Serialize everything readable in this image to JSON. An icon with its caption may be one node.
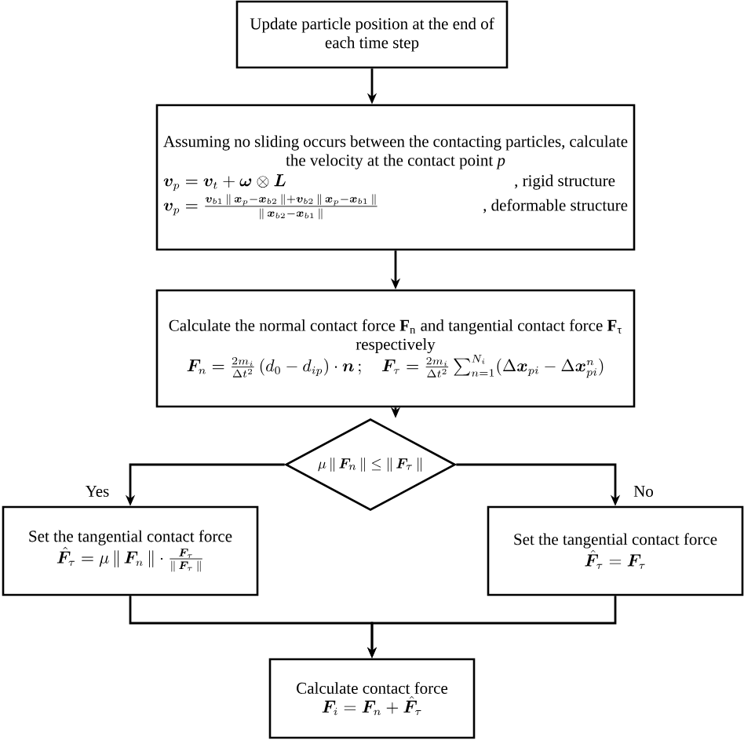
{
  "diagram": {
    "nodes": [
      {
        "text": [
          "Update particle position at the end of each time step"
        ]
      },
      {
        "text": [
          "Assuming no sliding occurs between the contacting particles, calculate the velocity at the contact point *p*",
          "\\bm{v}_p=\\bm{v}_t+\\bm{\\omega}\\otimes\\bm{L}",
          ", rigid  structure",
          "\\bm{v}_p=\\frac{\\bm{v}_{b1}\\,\\|\\,\\bm{x}_p-\\bm{x}_{b2}\\,\\|+\\bm{v}_{b2}\\,\\|\\,\\bm{x}_p-\\bm{x}_{b1}\\,\\|}{\\|\\,\\bm{x}_{b2}-\\bm{x}_{b1}\\,\\|}",
          ", deformable  structure"
        ]
      },
      {
        "text": [
          "Calculate the normal contact force **F**$_{n}$ and tangential contact force **F**$_{τ}$ respectively",
          "\\bm{F}_n=\\frac{2m_i}{\\Delta t^2}\\left(d_0-d_{ip}\\right)\\cdot\\bm{n}\\,;\\quad \\bm{F}_\\tau=\\frac{2m_i}{\\Delta t^2}\\sum_{n=1}^{N_i}(\\Delta\\bm{x}_{pi}-\\Delta\\bm{x}_{pi}^n)"
        ]
      },
      {
        "text": [
          "\\mu\\,\\|\\,\\bm{F}_n\\,\\|\\le\\|\\,\\bm{F}_\\tau\\,\\|"
        ]
      },
      {
        "text": [
          "Set the tangential contact force",
          "\\hat{\\bm{F}}_\\tau=\\mu\\,\\|\\,\\bm{F}_n\\,\\|\\cdot\\frac{\\bm{F}_\\tau}{\\|\\,\\bm{F}_\\tau\\,\\|}"
        ]
      },
      {
        "text": [
          "Set the tangential contact force",
          "\\hat{\\bm{F}}_\\tau=\\bm{F}_\\tau"
        ]
      },
      {
        "text": [
          "Calculate contact force",
          "\\bm{F}_i=\\bm{F}_n+\\hat{\\bm{F}}_\\tau"
        ]
      }
    ],
    "edges": [
      {
        "from": 0,
        "to": 1,
        "arrow": "to"
      },
      {
        "from": 1,
        "to": 2,
        "arrow": "to"
      },
      {
        "from": 2,
        "to": 3,
        "arrow": "to"
      },
      {
        "from": 3,
        "to": 4,
        "arrow": "to",
        "label": "Yes"
      },
      {
        "from": 3,
        "to": 5,
        "arrow": "to",
        "label": "No"
      },
      {
        "from": 4,
        "to": 6,
        "arrow": "to"
      },
      {
        "from": 5,
        "to": 6,
        "arrow": "to"
      }
    ]
  }
}
